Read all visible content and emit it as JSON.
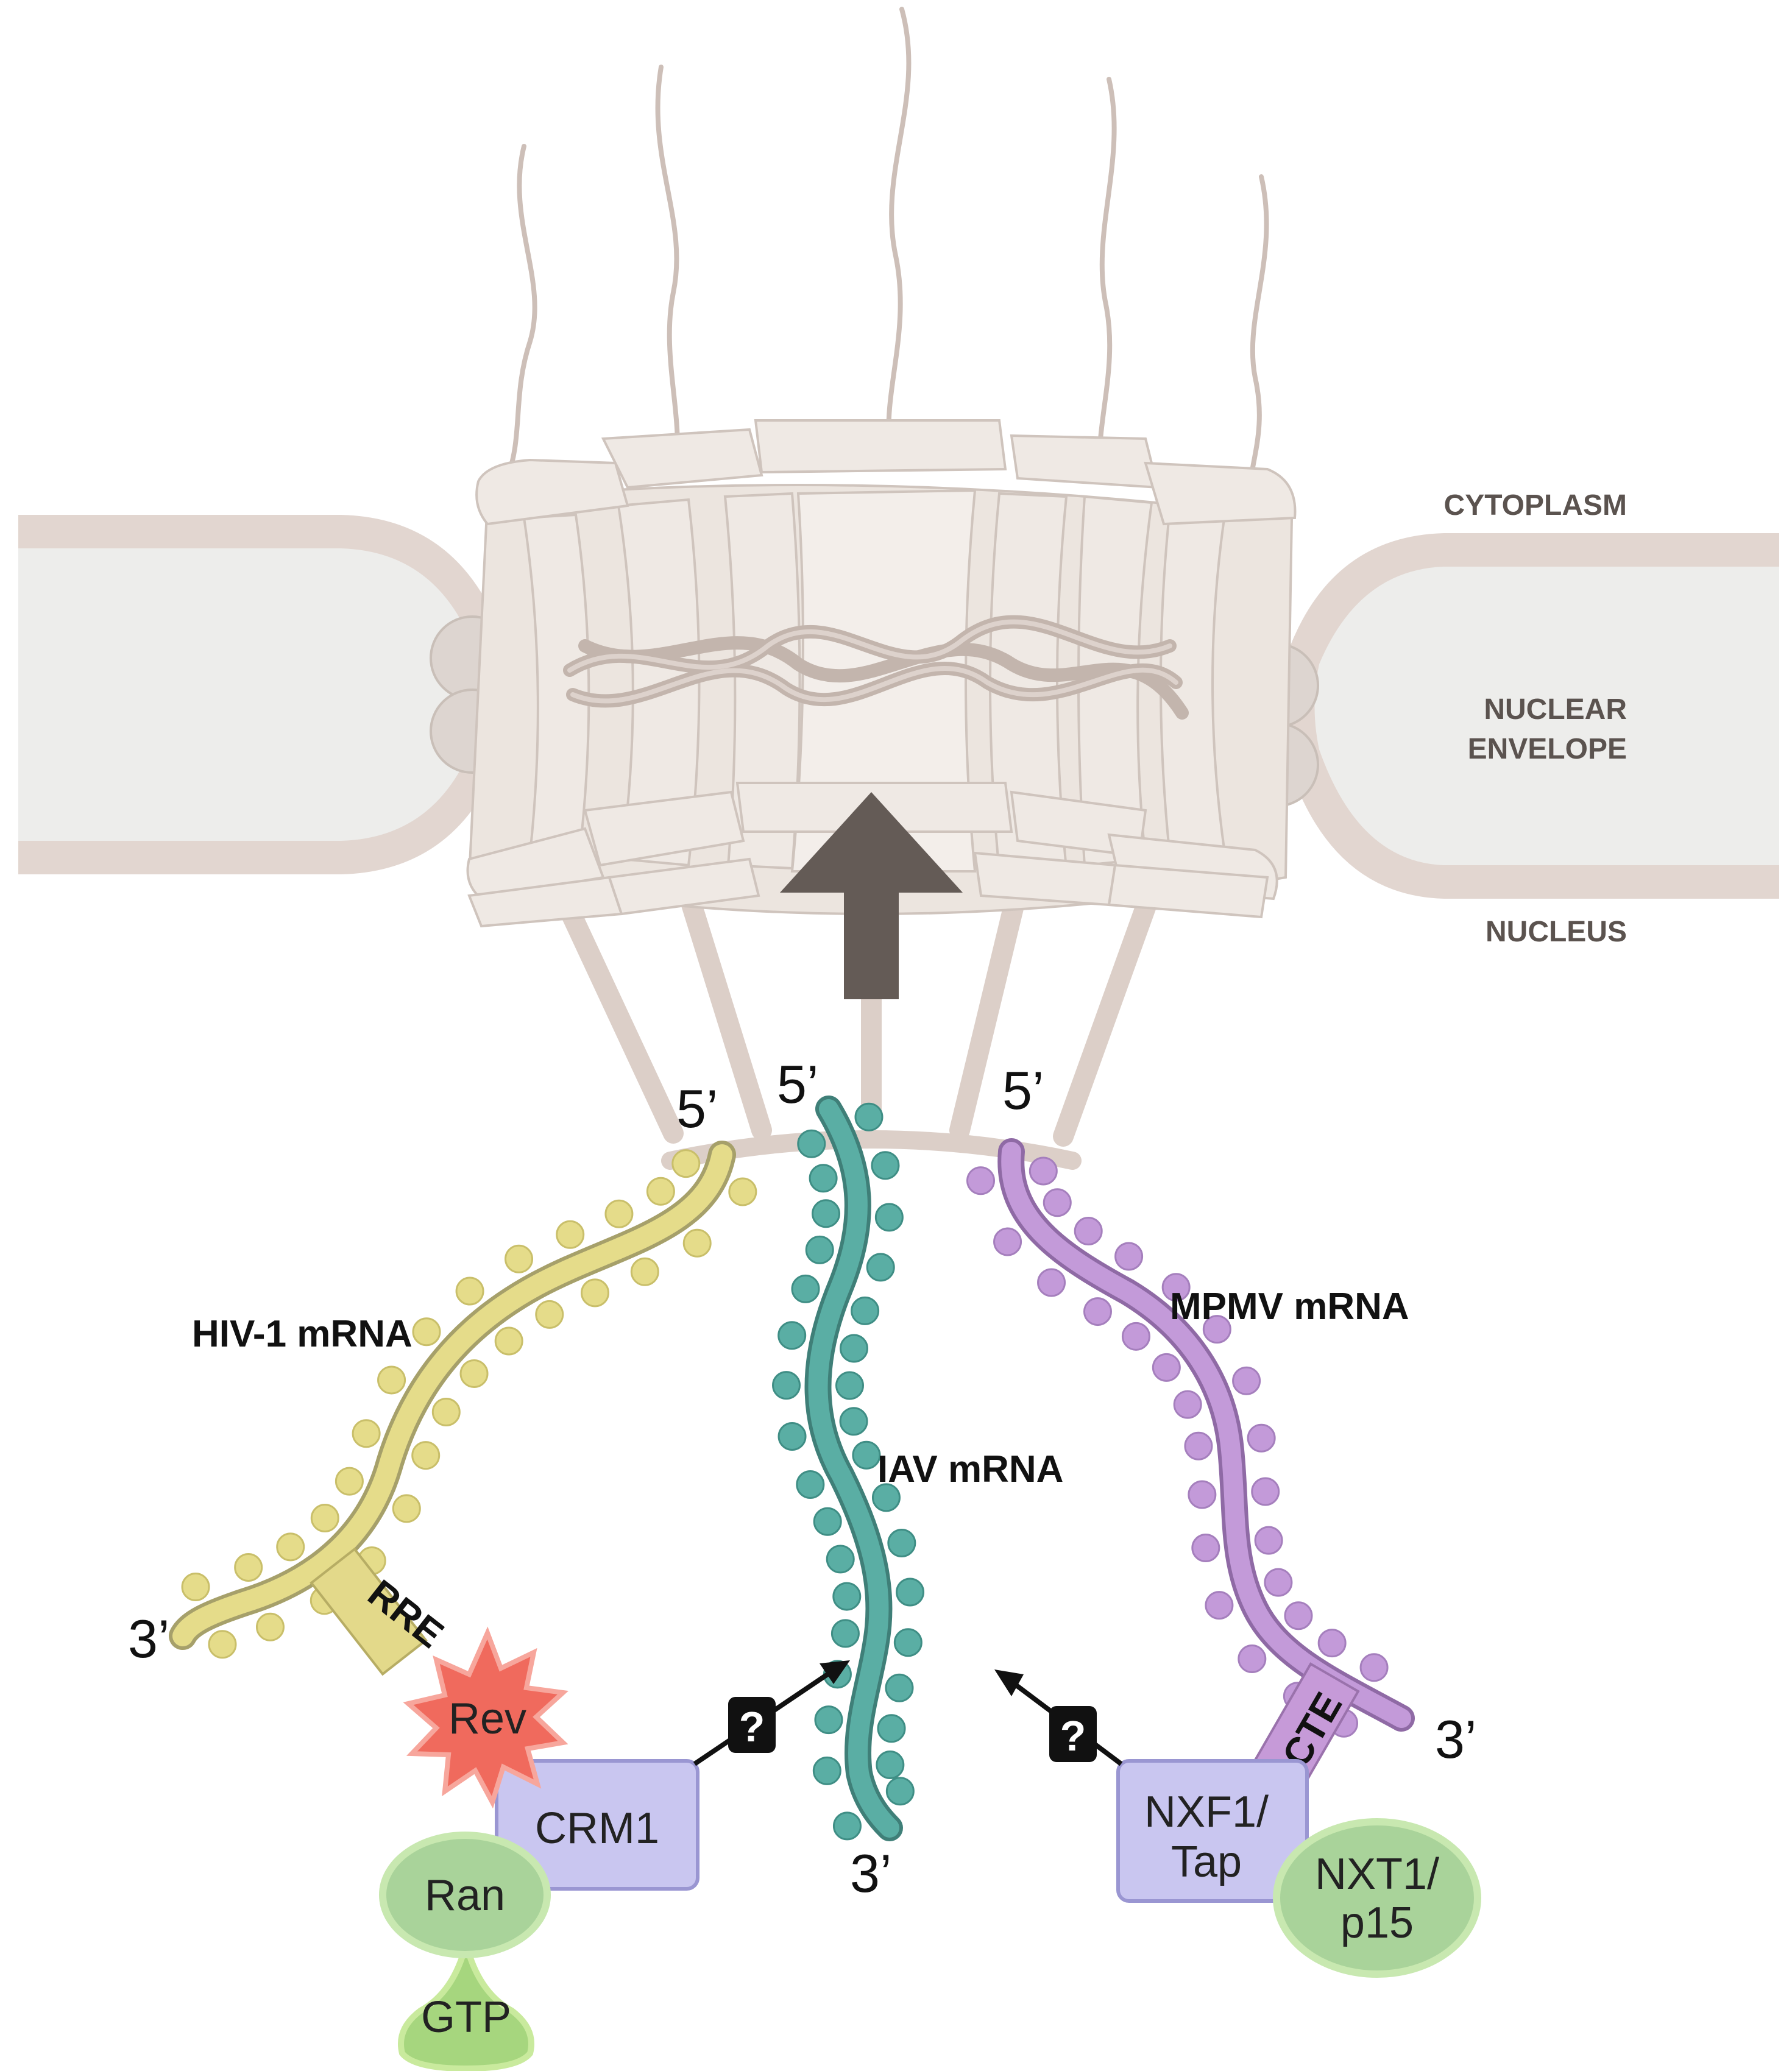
{
  "regions": {
    "cytoplasm": "CYTOPLASM",
    "envelope_line1": "NUCLEAR",
    "envelope_line2": "ENVELOPE",
    "nucleus": "NUCLEUS"
  },
  "mrnas": {
    "hiv": {
      "label": "HIV-1 mRNA",
      "five": "5’",
      "three": "3’",
      "element": "RRE",
      "color": "#e5dc8a"
    },
    "iav": {
      "label": "IAV mRNA",
      "five": "5’",
      "three": "3’",
      "color": "#5aaea4"
    },
    "mpmv": {
      "label": "MPMV mRNA",
      "five": "5’",
      "three": "3’",
      "element": "CTE",
      "color": "#c39ad9"
    }
  },
  "factors": {
    "rev": "Rev",
    "crm1": "CRM1",
    "ran": "Ran",
    "gtp": "GTP",
    "nxf1_line1": "NXF1/",
    "nxf1_line2": "Tap",
    "nxt1_line1": "NXT1/",
    "nxt1_line2": "p15",
    "unknown_left": "?",
    "unknown_right": "?"
  },
  "colors": {
    "envelope": "#e2d6d0",
    "pore": "#efe9e4",
    "pore_stroke": "#cfc4bd",
    "export_arrow": "#645b56",
    "rev": "#f06a5d",
    "box_fill": "#c9c6f0",
    "box_stroke": "#9a96d2",
    "green": "#a9d39a",
    "green_stroke": "#c8e8b0",
    "gtp": "#a6d67e"
  }
}
